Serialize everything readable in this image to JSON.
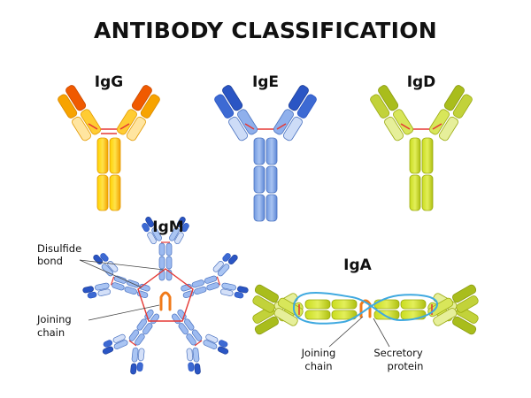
{
  "title": "ANTIBODY CLASSIFICATION",
  "classes": [
    {
      "key": "igg",
      "label": "IgG"
    },
    {
      "key": "ige",
      "label": "IgE"
    },
    {
      "key": "igd",
      "label": "IgD"
    },
    {
      "key": "igm",
      "label": "IgM"
    },
    {
      "key": "iga",
      "label": "IgA"
    }
  ],
  "annotations": {
    "disulfide_bond": [
      "Disulfide",
      "bond"
    ],
    "joining_chain_igm": [
      "Joining",
      "chain"
    ],
    "joining_chain_iga": [
      "Joining",
      "chain"
    ],
    "secretory_protein": [
      "Secretory",
      "protein"
    ]
  },
  "colors": {
    "igg": "#f7b500",
    "igg_tip": "#f05a00",
    "ige": "#7fa6e8",
    "ige_tip": "#2a55c4",
    "igd": "#c8dc2a",
    "igd_tip": "#9fb318",
    "igm": "#8fb0e6",
    "iga": "#c8dc2a",
    "disulfide": "#e53935",
    "secretory": "#3fa9e0",
    "joining": "#f07a1a"
  }
}
